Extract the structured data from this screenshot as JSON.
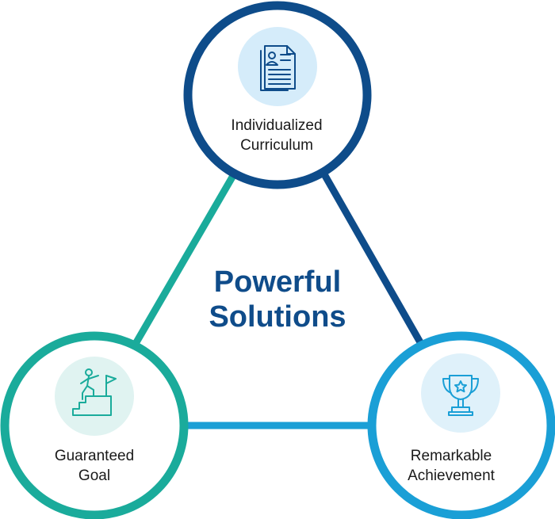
{
  "center": {
    "line1": "Powerful",
    "line2": "Solutions"
  },
  "nodes": {
    "top": {
      "line1": "Individualized",
      "line2": "Curriculum",
      "icon": "resume-document-icon",
      "ring_color": "#0e4c8a"
    },
    "left": {
      "line1": "Guaranteed",
      "line2": "Goal",
      "icon": "climber-flag-icon",
      "ring_color": "#1aab9b"
    },
    "right": {
      "line1": "Remarkable",
      "line2": "Achievement",
      "icon": "trophy-star-icon",
      "ring_color": "#1a9fd6"
    }
  },
  "connectors": {
    "top_left_color": "#1aab9b",
    "top_right_color": "#0e4c8a",
    "bottom_color": "#1a9fd6"
  },
  "colors": {
    "title": "#0f4c8a",
    "icon_bg_top": "#d5ecfa",
    "icon_bg_left": "#e0f3f1",
    "icon_bg_right": "#dff1fa",
    "icon_stroke_top": "#0f4c8a",
    "icon_stroke_left": "#1aab9b",
    "icon_stroke_right": "#1a9fd6"
  }
}
